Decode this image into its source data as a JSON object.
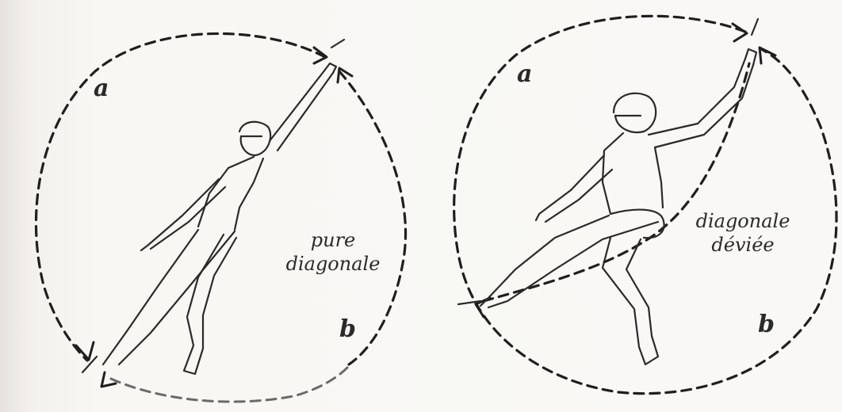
{
  "panels": [
    {
      "corner_top": "a",
      "corner_bottom": "b",
      "caption_line1": "pure",
      "caption_line2": "diagonale"
    },
    {
      "corner_top": "a",
      "corner_bottom": "b",
      "caption_line1": "diagonale",
      "caption_line2": "déviée"
    }
  ]
}
